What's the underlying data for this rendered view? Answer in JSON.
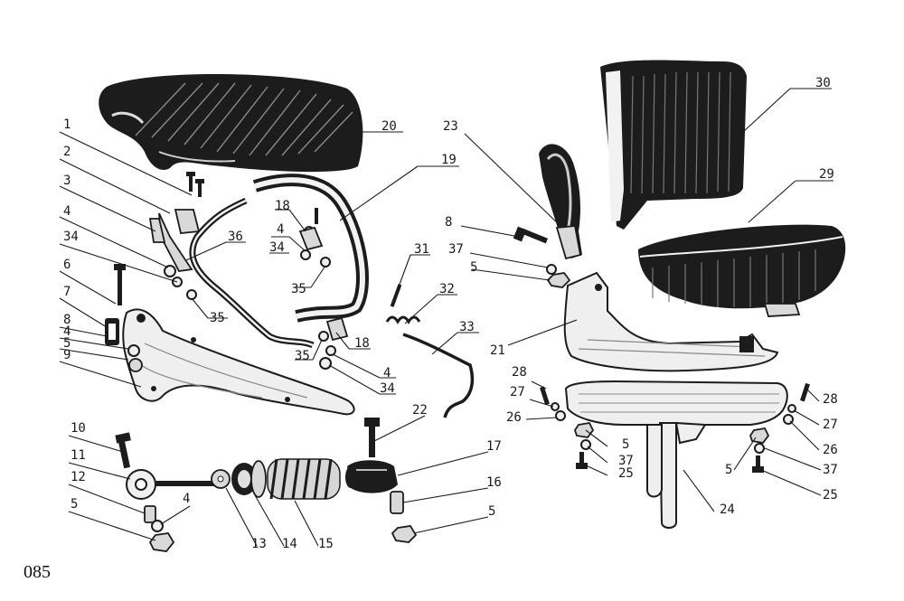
{
  "labels": {
    "l1": "1",
    "l2": "2",
    "l3": "3",
    "l4a": "4",
    "l34a": "34",
    "l6": "6",
    "l7": "7",
    "l8a": "8",
    "l4b": "4",
    "l5a": "5",
    "l9": "9",
    "l10": "10",
    "l11": "11",
    "l12": "12",
    "l5b": "5",
    "l4c": "4",
    "l13": "13",
    "l14": "14",
    "l15": "15",
    "l16": "16",
    "l17": "17",
    "l5c": "5",
    "l22": "22",
    "l20": "20",
    "l19": "19",
    "l36": "36",
    "l35a": "35",
    "l18a": "18",
    "l4d": "4",
    "l34b": "34",
    "l35b": "35",
    "l35c": "35",
    "l18b": "18",
    "l4e": "4",
    "l34c": "34",
    "l31": "31",
    "l32": "32",
    "l33": "33",
    "l23": "23",
    "l8b": "8",
    "l37a": "37",
    "l5d": "5",
    "l21": "21",
    "l30": "30",
    "l29": "29",
    "l28a": "28",
    "l27a": "27",
    "l26a": "26",
    "l5e": "5",
    "l37b": "37",
    "l25a": "25",
    "l28b": "28",
    "l27b": "27",
    "l26b": "26",
    "l5f": "5",
    "l37c": "37",
    "l25b": "25",
    "l24": "24"
  },
  "page_number": "085"
}
